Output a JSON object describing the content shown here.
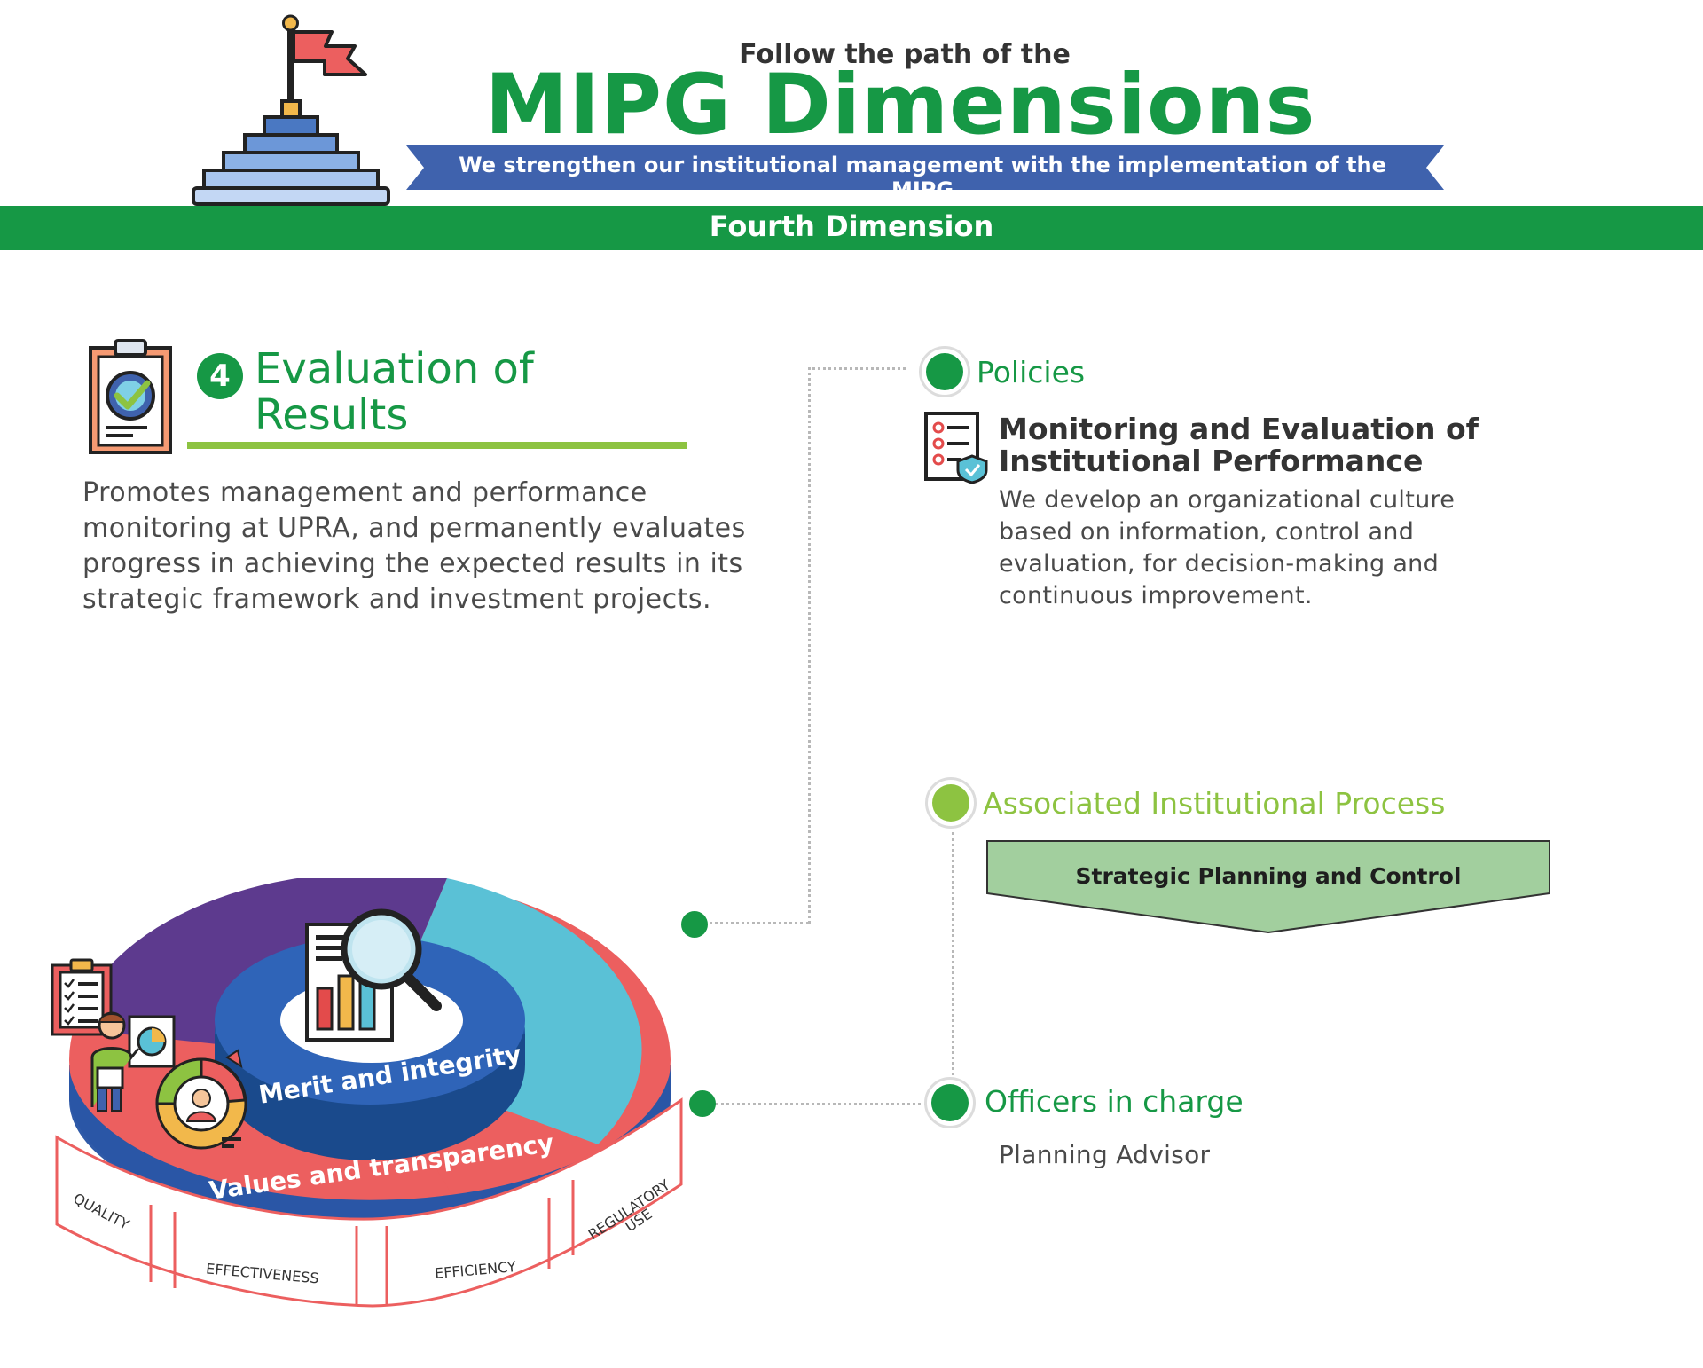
{
  "header": {
    "kicker": "Follow the path of the",
    "title": "MIPG Dimensions",
    "ribbon_text": "We strengthen our institutional management with the implementation of the MIPG",
    "band_text": "Fourth Dimension"
  },
  "evaluation": {
    "number": "4",
    "title_line1": "Evaluation of",
    "title_line2": "Results",
    "description": "Promotes management and performance monitoring at UPRA, and permanently evaluates progress in achieving the expected results in its strategic framework and investment projects."
  },
  "policies": {
    "label": "Policies",
    "title_line1": "Monitoring and Evaluation of",
    "title_line2": "Institutional Performance",
    "description": "We develop an organizational culture based on information, control and evaluation, for decision-making and continuous improvement."
  },
  "process": {
    "label": "Associated Institutional Process",
    "item": "Strategic Planning and Control"
  },
  "officers": {
    "label": "Officers in charge",
    "name": "Planning Advisor"
  },
  "disc": {
    "inner_ring": "Merit and integrity",
    "outer_ring": "Values and transparency",
    "signs": [
      "QUALITY",
      "EFFECTIVENESS",
      "EFFICIENCY",
      "REGULATORY",
      "USE"
    ]
  },
  "colors": {
    "green": "#169845",
    "light_green": "#8dc341",
    "blue": "#3f62ad",
    "purple": "#5d3a8e",
    "teal": "#5ac1d6",
    "red": "#ec5f5f",
    "process_fill": "#a2cf9e"
  },
  "icons": [
    "flag-pyramid-icon",
    "clipboard-check-icon",
    "checklist-shield-icon",
    "magnifier-chart-icon",
    "teacher-board-icon",
    "checklist-clipboard-icon",
    "donut-person-icon"
  ]
}
